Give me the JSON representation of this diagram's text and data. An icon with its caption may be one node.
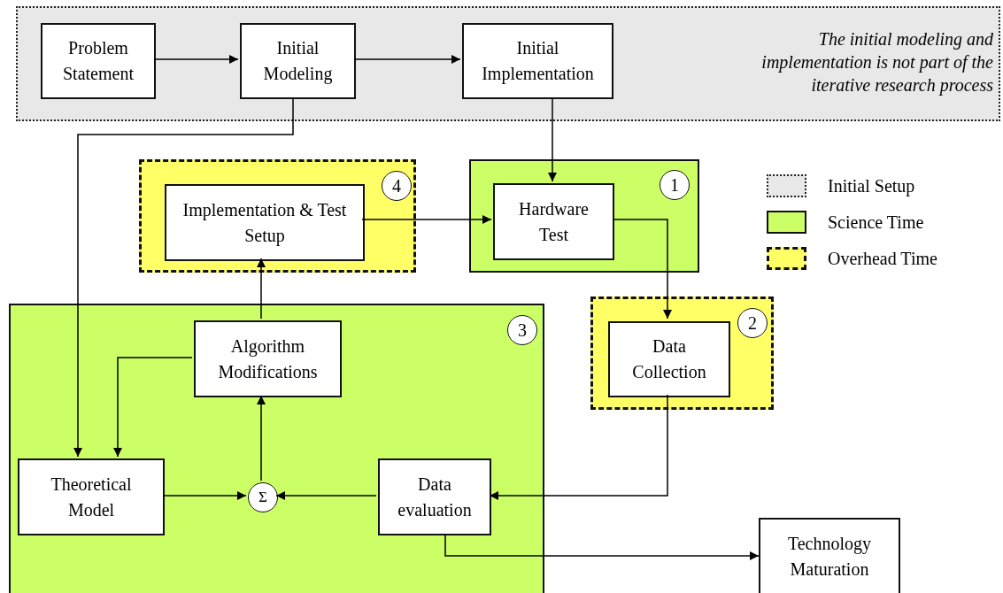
{
  "diagram": {
    "nodes": [
      {
        "text": [
          "The initial modeling and implementation is not part of the iterative research process"
        ]
      },
      {
        "text": [
          "Problem Statement"
        ],
        "in": 0
      },
      {
        "text": [
          "Initial Modeling"
        ],
        "in": 0
      },
      {
        "text": [
          "Initial Implementation"
        ],
        "in": 0
      },
      {
        "text": [],
        "shape": "box"
      },
      {
        "text": [
          "4"
        ],
        "in": 4
      },
      {
        "text": [
          "Implementation & Test Setup"
        ],
        "in": 4
      },
      {
        "text": [],
        "shape": "box"
      },
      {
        "text": [
          "1"
        ],
        "in": 7
      },
      {
        "text": [
          "Hardware Test"
        ],
        "in": 7
      },
      {
        "text": [],
        "shape": "box"
      },
      {
        "text": [
          "2"
        ],
        "in": 10
      },
      {
        "text": [
          "Data Collection"
        ],
        "in": 10
      },
      {
        "text": [],
        "shape": "box"
      },
      {
        "text": [
          "3"
        ],
        "in": 13
      },
      {
        "text": [
          "Algorithm Modifications"
        ],
        "in": 13
      },
      {
        "text": [
          "Theoretical Model"
        ],
        "in": 13
      },
      {
        "text": [
          "Σ"
        ],
        "in": 13
      },
      {
        "text": [
          "Data evaluation"
        ],
        "in": 13
      },
      {
        "text": [
          "Technology Maturation"
        ]
      }
    ],
    "edges": [
      {
        "from": 1,
        "to": 2,
        "arrow": "to"
      },
      {
        "from": 2,
        "to": 3,
        "arrow": "to"
      },
      {
        "from": 3,
        "to": 9,
        "arrow": "to"
      },
      {
        "from": 6,
        "to": 9,
        "arrow": "to"
      },
      {
        "from": 9,
        "to": 12,
        "arrow": "to"
      },
      {
        "from": 12,
        "to": 18,
        "arrow": "to"
      },
      {
        "from": 18,
        "to": 17,
        "arrow": "to"
      },
      {
        "from": 16,
        "to": 17,
        "arrow": "to"
      },
      {
        "from": 17,
        "to": 15,
        "arrow": "to"
      },
      {
        "from": 15,
        "to": 6,
        "arrow": "to"
      },
      {
        "from": 15,
        "to": 16,
        "arrow": "to"
      },
      {
        "from": 2,
        "to": 16,
        "arrow": "to"
      },
      {
        "from": 18,
        "to": 19,
        "arrow": "to"
      }
    ],
    "legend": [
      {
        "text": "Initial Setup",
        "color": "#e8e8e8"
      },
      {
        "text": "Science Time",
        "color": "#ccff66"
      },
      {
        "text": "Overhead Time",
        "color": "#ffff66"
      }
    ]
  }
}
